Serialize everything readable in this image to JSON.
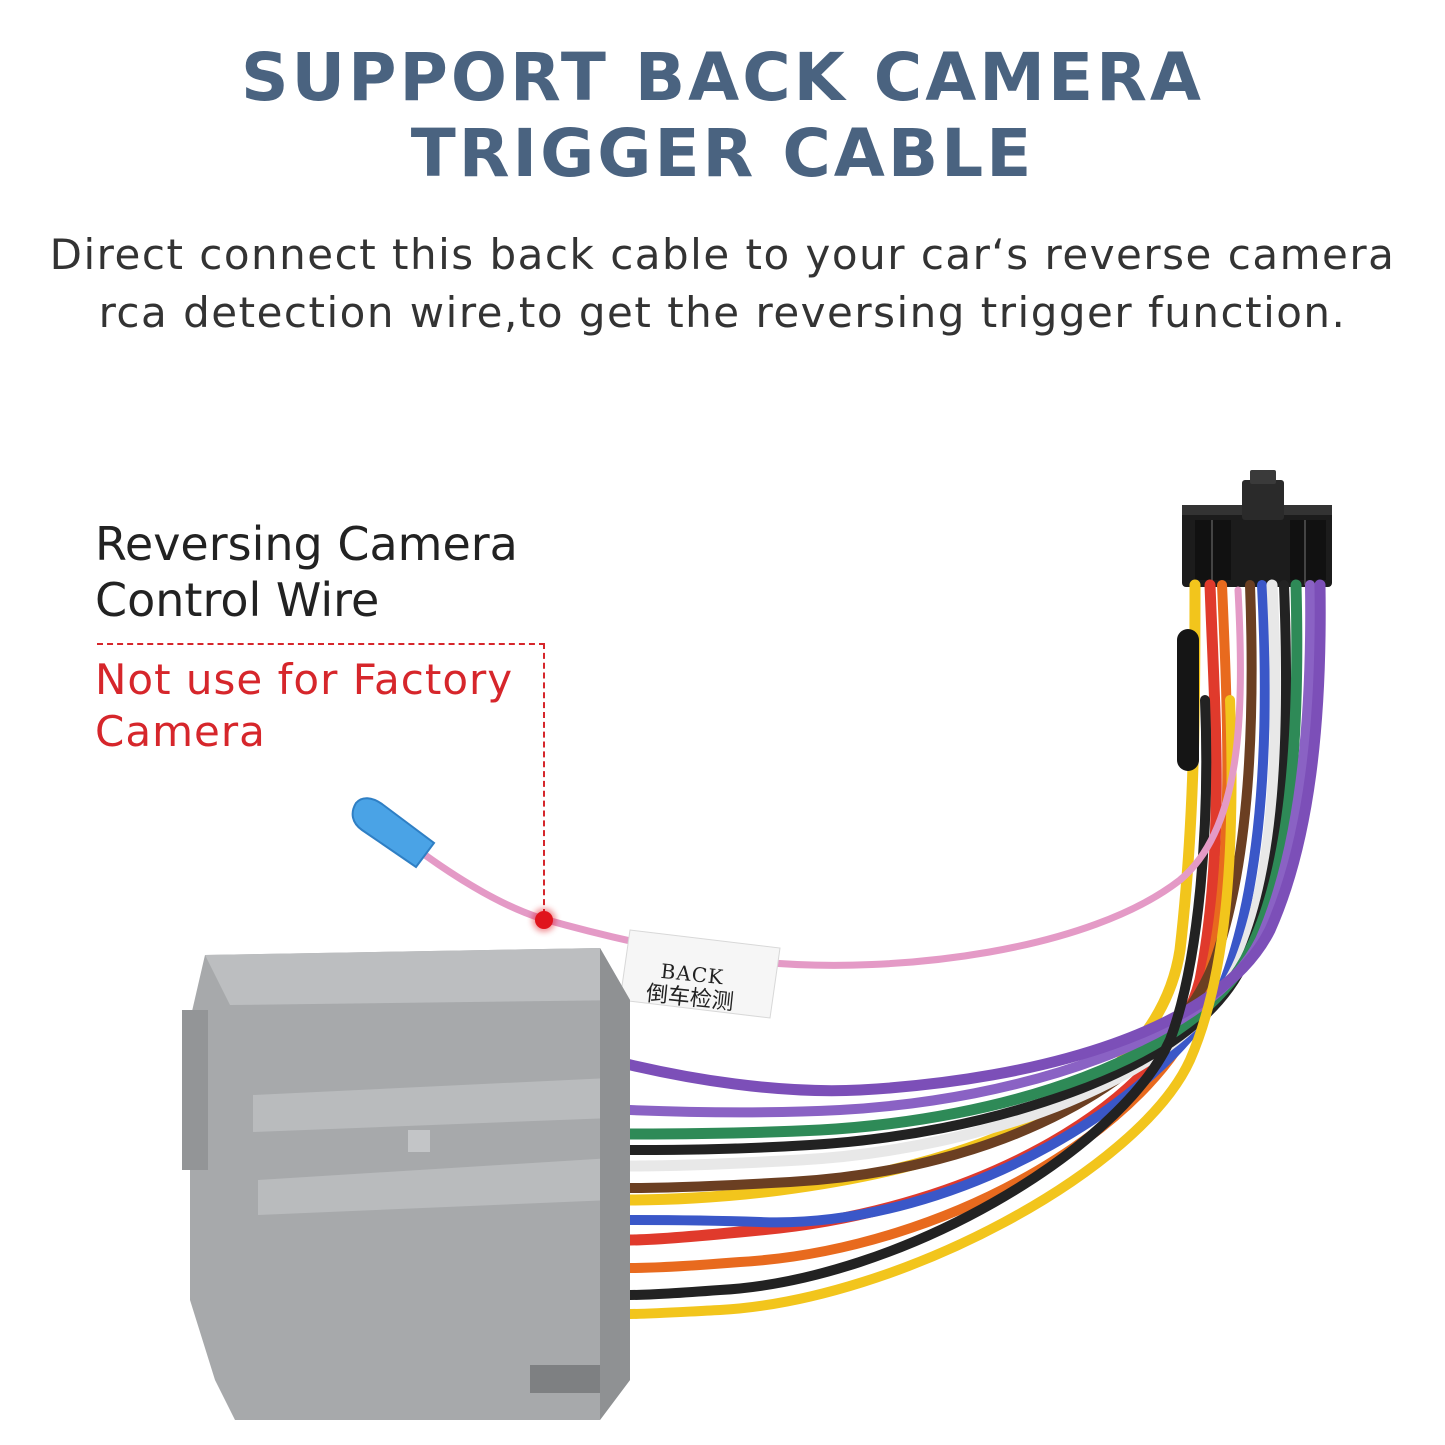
{
  "title": {
    "line1": "SUPPORT BACK CAMERA",
    "line2": "TRIGGER CABLE"
  },
  "subtitle": {
    "line1": "Direct connect this back cable to your car‘s reverse camera",
    "line2": "rca detection wire,to get the reversing trigger function."
  },
  "callout": {
    "label_line1": "Reversing Camera",
    "label_line2": "Control Wire",
    "warning_line1": "Not use for Factory",
    "warning_line2": "Camera"
  },
  "wire_tag": {
    "english": "BACK",
    "chinese": "倒车检测"
  },
  "colors": {
    "title": "#4a6380",
    "warning": "#d6262b",
    "pink_wire": "#e49ac6",
    "connector_grey": "#a7a9ab",
    "connector_black": "#1c1c1c"
  },
  "wire_colors": [
    "#7c4fb8",
    "#8a62c4",
    "#2e8a57",
    "#e8e8e8",
    "#222222",
    "#6b3f22",
    "#3a57c8",
    "#e86a1e",
    "#e03a2c",
    "#222222",
    "#f2c51c"
  ]
}
